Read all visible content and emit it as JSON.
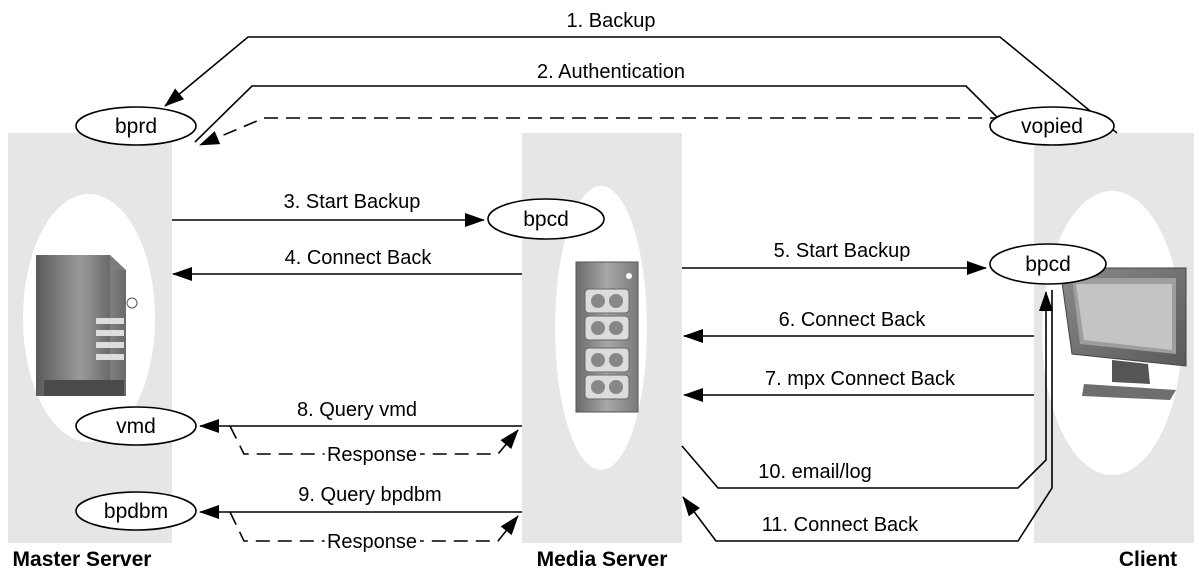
{
  "columns": {
    "master": "Master Server",
    "media": "Media Server",
    "client": "Client"
  },
  "nodes": {
    "master_bprd": "bprd",
    "master_vmd": "vmd",
    "master_bpdbm": "bpdbm",
    "media_bpcd": "bpcd",
    "client_bpcd": "bpcd",
    "client_vopied": "vopied"
  },
  "steps": {
    "s1": "1. Backup",
    "s2": "2. Authentication",
    "s3": "3. Start Backup",
    "s4": "4. Connect Back",
    "s5": "5. Start Backup",
    "s6": "6. Connect Back",
    "s7": "7. mpx Connect Back",
    "s8": "8. Query vmd",
    "s8r": "Response",
    "s9": "9. Query bpdbm",
    "s9r": "Response",
    "s10": "10. email/log",
    "s11": "11. Connect Back"
  },
  "icons": {
    "master": "tower-server-icon",
    "media": "tape-library-icon",
    "client": "monitor-icon"
  },
  "colors": {
    "column_bg": "#e6e6e6",
    "stroke": "#000000"
  }
}
